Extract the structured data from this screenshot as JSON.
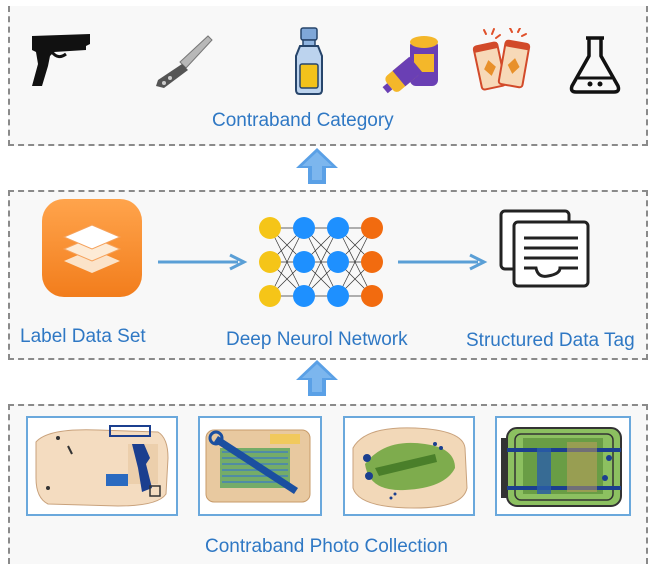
{
  "top_panel": {
    "caption": "Contraband Category",
    "icons": [
      "gun-icon",
      "knife-icon",
      "bottle-icon",
      "battery-icon",
      "fireworks-icon",
      "flask-icon"
    ]
  },
  "middle_panel": {
    "items": [
      {
        "caption": "Label Data Set",
        "icon": "stack-icon"
      },
      {
        "caption": "Deep Neurol Network",
        "icon": "neural-network-icon"
      },
      {
        "caption": "Structured Data Tag",
        "icon": "document-icon"
      }
    ]
  },
  "bottom_panel": {
    "caption": "Contraband Photo Collection",
    "photos": [
      "xray-photo-1",
      "xray-photo-2",
      "xray-photo-3",
      "xray-photo-4"
    ]
  },
  "colors": {
    "accent_blue": "#2f78c4",
    "arrow_blue": "#5aa0e6",
    "node_yellow": "#f5c518",
    "node_blue": "#1e90ff",
    "node_orange": "#f26b0f",
    "stack_orange": "#fb8c2c"
  }
}
